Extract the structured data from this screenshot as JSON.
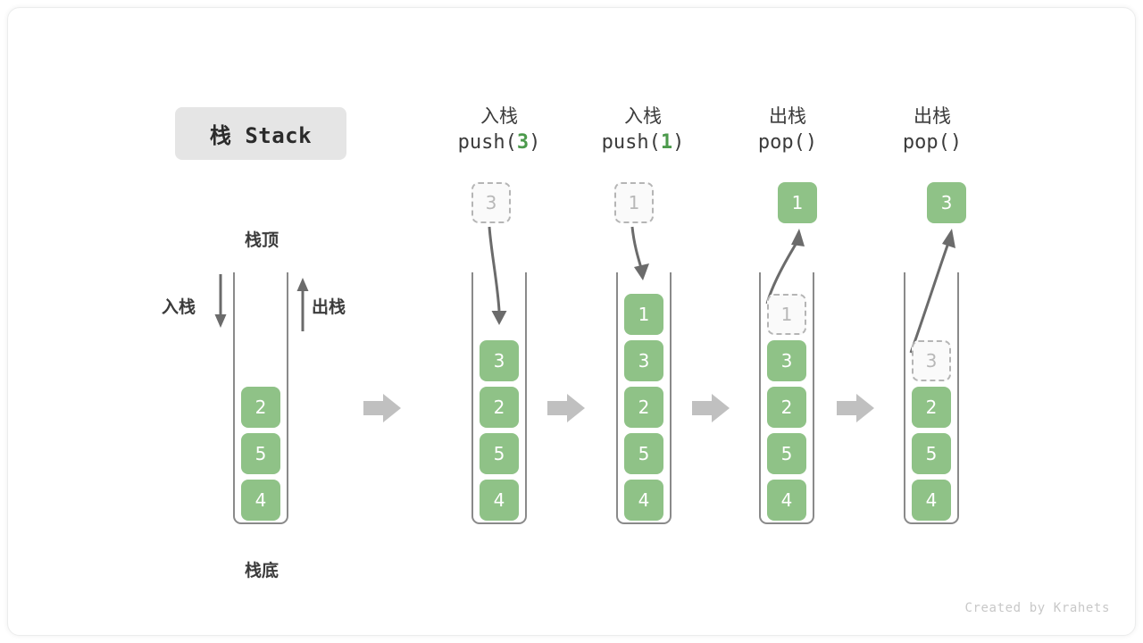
{
  "title_chip": {
    "label": "栈 Stack"
  },
  "footer": {
    "credit": "Created by Krahets"
  },
  "colors": {
    "cell_fill": "#8fc287",
    "cell_text": "#ffffff",
    "ghost_fill": "#fafafa",
    "ghost_border": "#b5b5b5",
    "ghost_text": "#b8b8b8",
    "accent_green": "#4c9a4c",
    "line": "#8a8a8a",
    "sep_arrow": "#c0c0c0",
    "chip_bg": "#e5e5e5",
    "text": "#3b3b3b",
    "footer_text": "#c8c8c8",
    "card_bg": "#ffffff",
    "card_border": "#eceded"
  },
  "overview": {
    "top_label": "栈顶",
    "bottom_label": "栈底",
    "push_label": "入栈",
    "pop_label": "出栈",
    "stack_cells": [
      "2",
      "5",
      "4"
    ]
  },
  "steps": [
    {
      "cn": "入栈",
      "code_prefix": "push(",
      "code_value": "3",
      "code_suffix": ")",
      "op": "push",
      "floating": {
        "value": "3",
        "style": "ghost"
      },
      "stack_cells": [
        {
          "value": "3",
          "style": "solid"
        },
        {
          "value": "2",
          "style": "solid"
        },
        {
          "value": "5",
          "style": "solid"
        },
        {
          "value": "4",
          "style": "solid"
        }
      ]
    },
    {
      "cn": "入栈",
      "code_prefix": "push(",
      "code_value": "1",
      "code_suffix": ")",
      "op": "push",
      "floating": {
        "value": "1",
        "style": "ghost"
      },
      "stack_cells": [
        {
          "value": "1",
          "style": "solid"
        },
        {
          "value": "3",
          "style": "solid"
        },
        {
          "value": "2",
          "style": "solid"
        },
        {
          "value": "5",
          "style": "solid"
        },
        {
          "value": "4",
          "style": "solid"
        }
      ]
    },
    {
      "cn": "出栈",
      "code_prefix": "pop(",
      "code_value": "",
      "code_suffix": ")",
      "op": "pop",
      "floating": {
        "value": "1",
        "style": "solid"
      },
      "stack_cells": [
        {
          "value": "1",
          "style": "ghost"
        },
        {
          "value": "3",
          "style": "solid"
        },
        {
          "value": "2",
          "style": "solid"
        },
        {
          "value": "5",
          "style": "solid"
        },
        {
          "value": "4",
          "style": "solid"
        }
      ]
    },
    {
      "cn": "出栈",
      "code_prefix": "pop(",
      "code_value": "",
      "code_suffix": ")",
      "op": "pop",
      "floating": {
        "value": "3",
        "style": "solid"
      },
      "stack_cells": [
        {
          "value": "3",
          "style": "ghost"
        },
        {
          "value": "2",
          "style": "solid"
        },
        {
          "value": "5",
          "style": "solid"
        },
        {
          "value": "4",
          "style": "solid"
        }
      ]
    }
  ]
}
